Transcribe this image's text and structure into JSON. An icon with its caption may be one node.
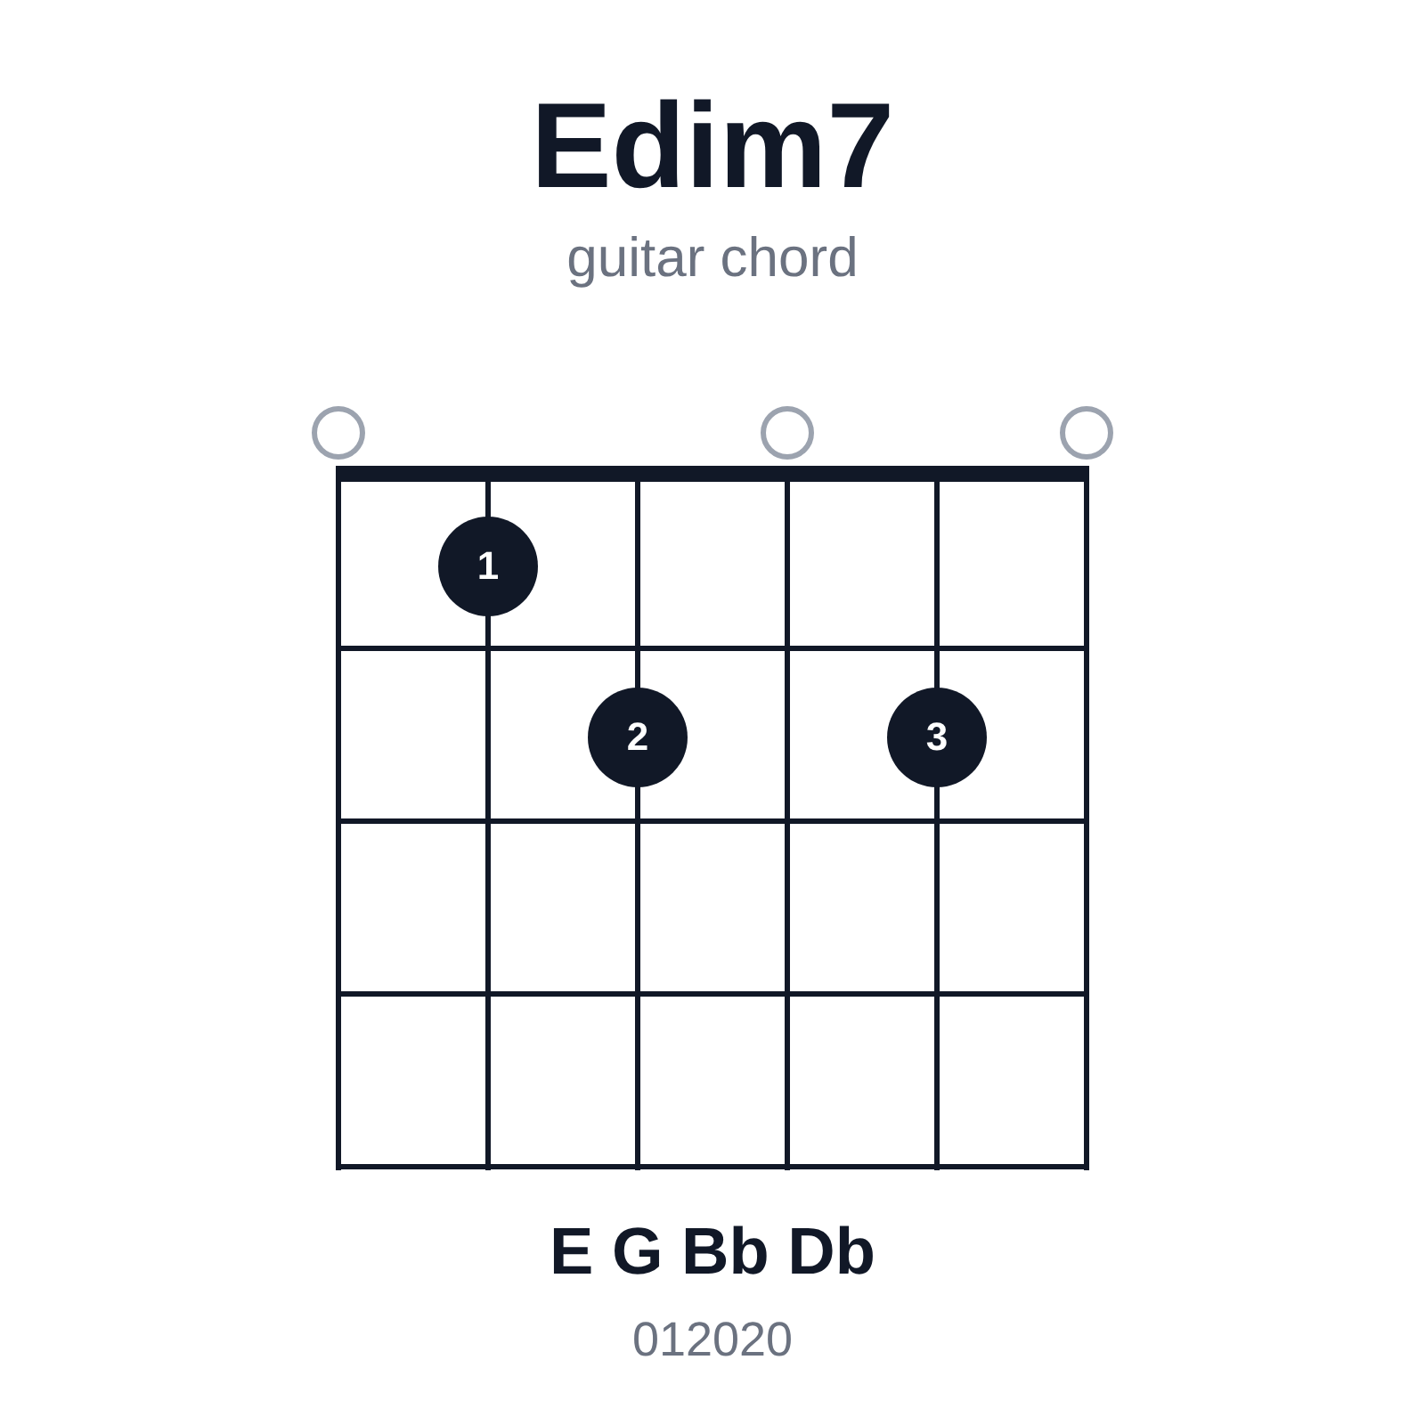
{
  "diagram": {
    "title": "Edim7",
    "nodes": [
      {
        "text": [],
        "shape": "circle"
      },
      {
        "text": [],
        "shape": "circle"
      },
      {
        "text": [],
        "shape": "circle"
      },
      {
        "text": [
          "1"
        ]
      },
      {
        "text": [
          "2"
        ]
      },
      {
        "text": [
          "3"
        ]
      }
    ],
    "labels": [
      "guitar chord",
      "E G Bb Db",
      "012020"
    ]
  }
}
